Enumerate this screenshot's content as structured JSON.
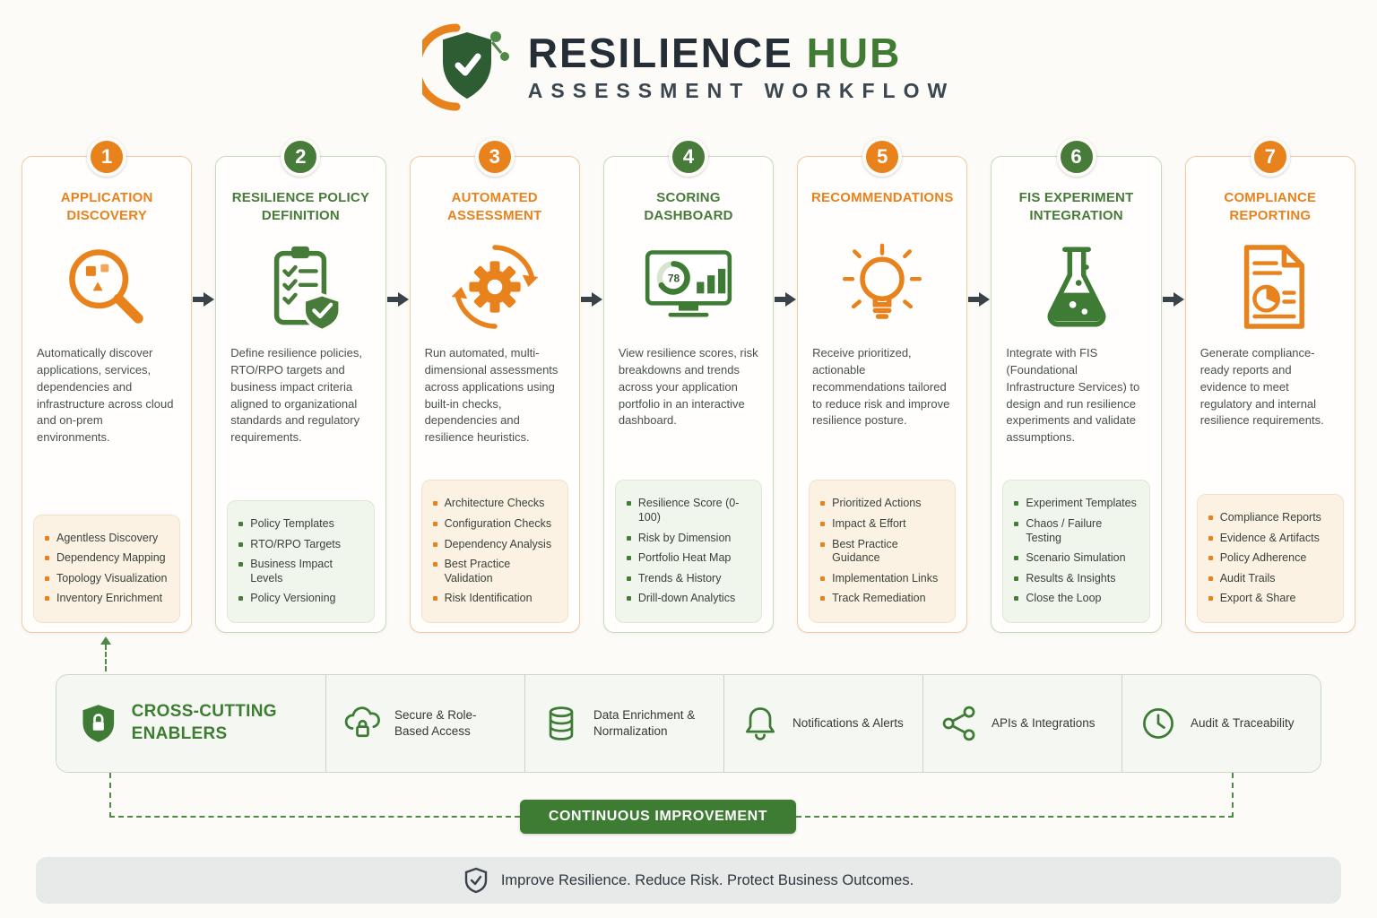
{
  "header": {
    "title_main": "RESILIENCE",
    "title_accent": "HUB",
    "subtitle": "ASSESSMENT WORKFLOW"
  },
  "steps": [
    {
      "number": "1",
      "title": "APPLICATION DISCOVERY",
      "icon": "magnifier-discovery-icon",
      "description": "Automatically discover applications, services, dependencies and infrastructure across cloud and on-prem environments.",
      "bullets": [
        "Agentless Discovery",
        "Dependency Mapping",
        "Topology Visualization",
        "Inventory Enrichment"
      ]
    },
    {
      "number": "2",
      "title": "RESILIENCE POLICY DEFINITION",
      "icon": "policy-clipboard-icon",
      "description": "Define resilience policies, RTO/RPO targets and business impact criteria aligned to organizational standards and regulatory requirements.",
      "bullets": [
        "Policy Templates",
        "RTO/RPO Targets",
        "Business Impact Levels",
        "Policy Versioning"
      ]
    },
    {
      "number": "3",
      "title": "AUTOMATED ASSESSMENT",
      "icon": "gear-cycle-icon",
      "description": "Run automated, multi-dimensional assessments across applications using built-in checks, dependencies and resilience heuristics.",
      "bullets": [
        "Architecture Checks",
        "Configuration Checks",
        "Dependency Analysis",
        "Best Practice Validation",
        "Risk Identification"
      ]
    },
    {
      "number": "4",
      "title": "SCORING DASHBOARD",
      "icon": "dashboard-monitor-icon",
      "score": "78",
      "description": "View resilience scores, risk breakdowns and trends across your application portfolio in an interactive dashboard.",
      "bullets": [
        "Resilience Score (0-100)",
        "Risk by Dimension",
        "Portfolio Heat Map",
        "Trends & History",
        "Drill-down Analytics"
      ]
    },
    {
      "number": "5",
      "title": "RECOMMENDATIONS",
      "icon": "lightbulb-icon",
      "description": "Receive prioritized, actionable recommendations tailored to reduce risk and improve resilience posture.",
      "bullets": [
        "Prioritized Actions",
        "Impact & Effort",
        "Best Practice Guidance",
        "Implementation Links",
        "Track Remediation"
      ]
    },
    {
      "number": "6",
      "title": "FIS EXPERIMENT INTEGRATION",
      "icon": "experiment-flask-icon",
      "description": "Integrate with FIS (Foundational Infrastructure Services) to design and run resilience experiments and validate assumptions.",
      "bullets": [
        "Experiment Templates",
        "Chaos / Failure Testing",
        "Scenario Simulation",
        "Results & Insights",
        "Close the Loop"
      ]
    },
    {
      "number": "7",
      "title": "COMPLIANCE REPORTING",
      "icon": "report-document-icon",
      "description": "Generate compliance-ready reports and evidence to meet regulatory and internal resilience requirements.",
      "bullets": [
        "Compliance Reports",
        "Evidence & Artifacts",
        "Policy Adherence",
        "Audit Trails",
        "Export & Share"
      ]
    }
  ],
  "enablers": {
    "label": "CROSS-CUTTING ENABLERS",
    "items": [
      {
        "icon": "cloud-lock-icon",
        "label": "Secure & Role-Based Access"
      },
      {
        "icon": "database-icon",
        "label": "Data Enrichment & Normalization"
      },
      {
        "icon": "bell-icon",
        "label": "Notifications & Alerts"
      },
      {
        "icon": "share-nodes-icon",
        "label": "APIs & Integrations"
      },
      {
        "icon": "clock-icon",
        "label": "Audit & Traceability"
      }
    ]
  },
  "continuous_improvement": "CONTINUOUS IMPROVEMENT",
  "footer": "Improve Resilience. Reduce Risk. Protect Business Outcomes.",
  "colors": {
    "orange": "#E8821C",
    "green": "#477B3A",
    "dark": "#2E3840"
  }
}
